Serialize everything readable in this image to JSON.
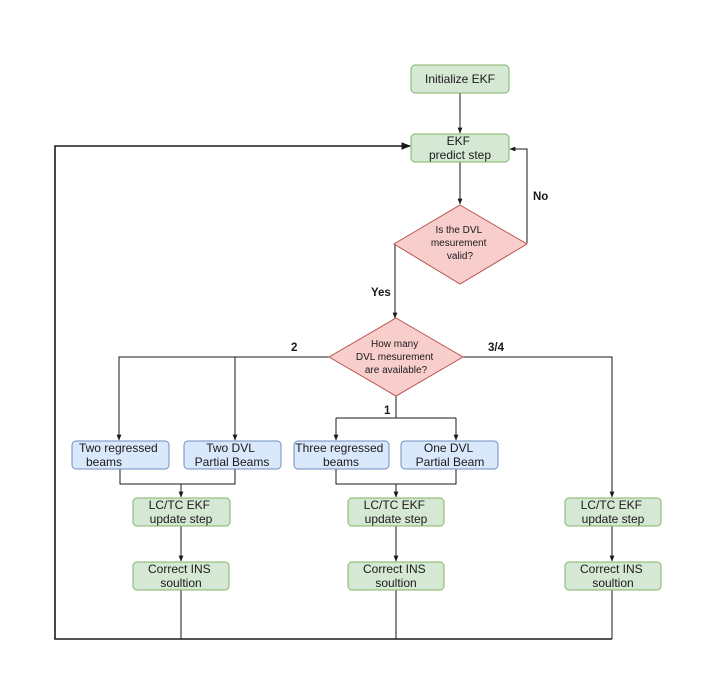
{
  "colors": {
    "green_fill": "#d5e8d4",
    "green_stroke": "#82b366",
    "red_fill": "#f8cecc",
    "red_stroke": "#b85450",
    "blue_fill": "#dae8fc",
    "blue_stroke": "#6c8ebf",
    "line": "#1a1a1a"
  },
  "nodes": {
    "init": {
      "lines": [
        "Initialize EKF"
      ]
    },
    "predict": {
      "lines": [
        "EKF",
        "predict step"
      ]
    },
    "valid": {
      "lines": [
        "Is the DVL",
        "mesurement",
        "valid?"
      ]
    },
    "count": {
      "lines": [
        "How many",
        "DVL mesurement",
        "are available?"
      ]
    },
    "two_regressed": {
      "lines": [
        "Two regressed",
        "beams"
      ]
    },
    "two_partial": {
      "lines": [
        "Two DVL",
        "Partial Beams"
      ]
    },
    "three_regressed": {
      "lines": [
        "Three regressed",
        "beams"
      ]
    },
    "one_partial": {
      "lines": [
        "One DVL",
        "Partial Beam"
      ]
    },
    "update_left": {
      "lines": [
        "LC/TC EKF",
        "update step"
      ]
    },
    "update_mid": {
      "lines": [
        "LC/TC EKF",
        "update step"
      ]
    },
    "update_right": {
      "lines": [
        "LC/TC EKF",
        "update step"
      ]
    },
    "correct_left": {
      "lines": [
        "Correct INS",
        "soultion"
      ]
    },
    "correct_mid": {
      "lines": [
        "Correct INS",
        "soultion"
      ]
    },
    "correct_right": {
      "lines": [
        "Correct INS",
        "soultion"
      ]
    }
  },
  "edge_labels": {
    "no": "No",
    "yes": "Yes",
    "two": "2",
    "one": "1",
    "three_four": "3/4"
  }
}
